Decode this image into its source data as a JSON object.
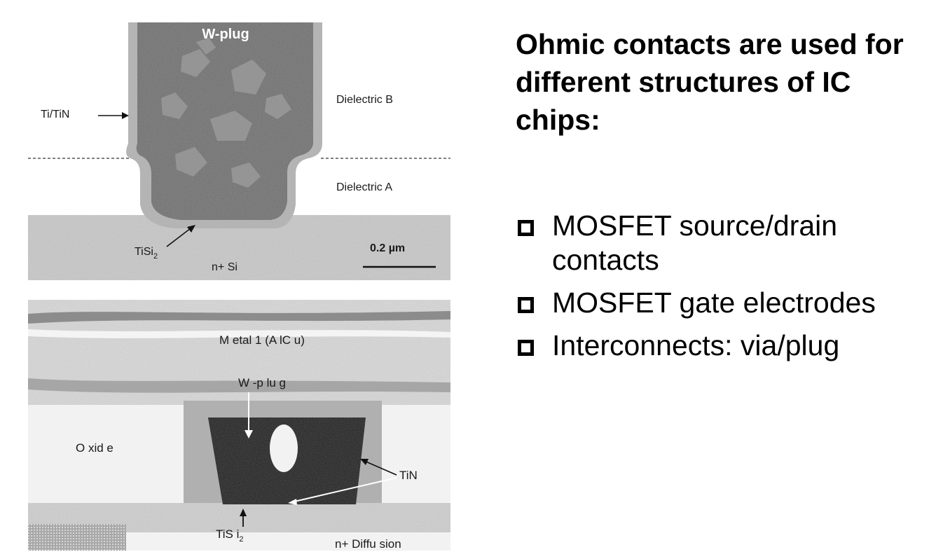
{
  "heading": "Ohmic contacts are used for different structures of IC chips:",
  "bullets": [
    {
      "text": "MOSFET source/drain contacts"
    },
    {
      "text": "MOSFET gate electrodes"
    },
    {
      "text": "Interconnects: via/plug"
    }
  ],
  "figure_top": {
    "w_plug": "W-plug",
    "ti_tin": "Ti/TiN",
    "dielectric_b": "Dielectric B",
    "dielectric_a": "Dielectric A",
    "tisi2": "TiSi",
    "tisi2_sub": "2",
    "n_si": "n+ Si",
    "scale": "0.2 µm"
  },
  "figure_bottom": {
    "metal1": "M etal 1 (A lC u)",
    "w_plug": "W -p lu g",
    "oxide": "O xid e",
    "tin": "TiN",
    "tisi2": "TiS i",
    "tisi2_sub": "2",
    "n_diffusion": "n+ Diffu sion"
  }
}
